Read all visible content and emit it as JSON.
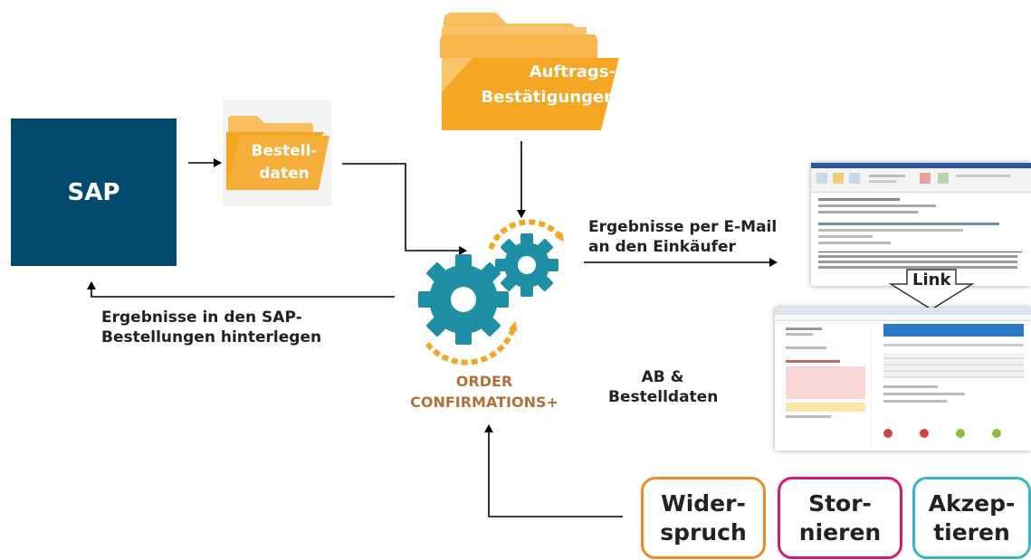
{
  "sap": {
    "label": "SAP"
  },
  "folders": {
    "bestelldaten": {
      "line1": "Bestell-",
      "line2": "daten"
    },
    "auftrag": {
      "line1": "Auftrags-",
      "line2": "Bestätigungen"
    }
  },
  "labels": {
    "email_line1": "Ergebnisse per E-Mail",
    "email_line2": "an den Einkäufer",
    "sap_result_line1": "Ergebnisse in den SAP-",
    "sap_result_line2": "Bestellungen hinterlegen",
    "ab_line1": "AB &",
    "ab_line2": "Bestelldaten",
    "link": "Link"
  },
  "product": {
    "line1": "ORDER",
    "line2": "CONFIRMATIONS+"
  },
  "actions": [
    {
      "line1": "Wider-",
      "line2": "spruch",
      "color": "#F08A24"
    },
    {
      "line1": "Stor-",
      "line2": "nieren",
      "color": "#D6177E"
    },
    {
      "line1": "Akzep-",
      "line2": "tieren",
      "color": "#35B5C6"
    }
  ],
  "colors": {
    "sap": "#024A6E",
    "folder": "#F5A623",
    "folder_back": "#F7BD5E",
    "gear": "#1E8FA5",
    "gear_arrow": "#F5A623",
    "product": "#B0703A"
  }
}
